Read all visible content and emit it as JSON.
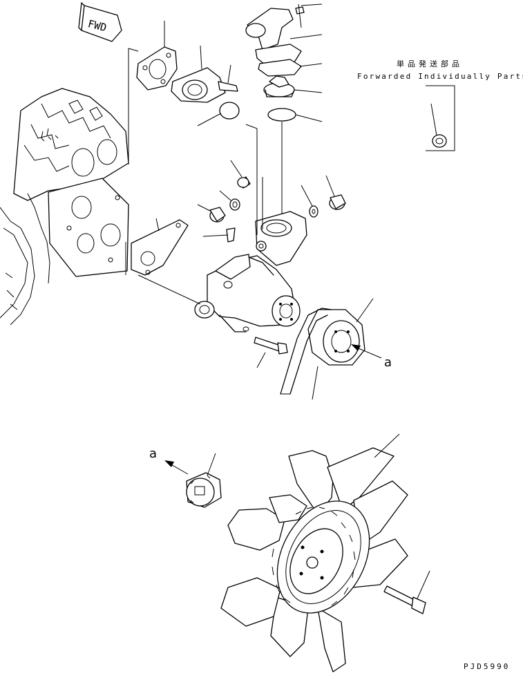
{
  "fwd_label": "FWD",
  "individual_parts": {
    "japanese": "単品発送部品",
    "english": "Forwarded Individually Parts"
  },
  "ref_a_top": "a",
  "ref_a_bottom": "a",
  "drawing_code": "PJD5990",
  "icons": [
    "fwd-arrow-icon",
    "engine-block-illustration",
    "water-pump-illustration",
    "thermostat-illustration",
    "fan-pulley-illustration",
    "v-belt-illustration",
    "fan-spacer-illustration",
    "cooling-fan-illustration",
    "o-ring-illustration"
  ]
}
